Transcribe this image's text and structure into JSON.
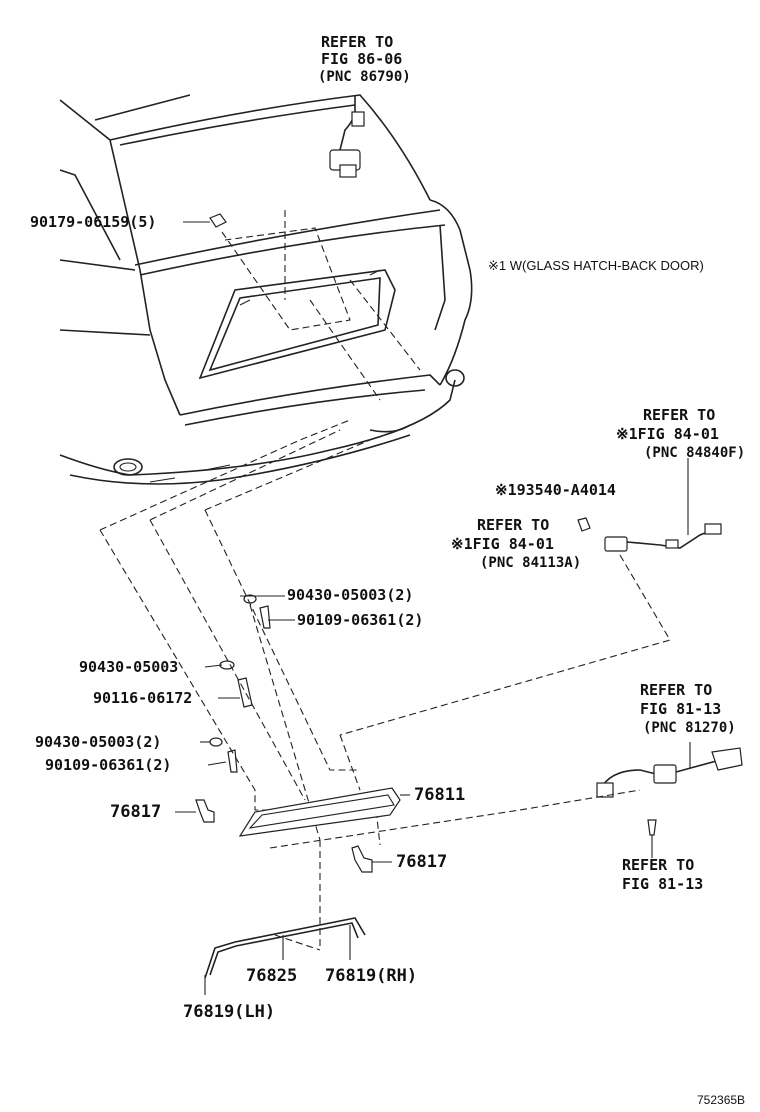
{
  "refs": {
    "fig86": [
      "REFER TO",
      "FIG 86-06",
      "(PNC 86790)"
    ],
    "fig84_840": [
      "REFER TO",
      "※1FIG 84-01",
      "(PNC 84840F)"
    ],
    "fig84_113": [
      "REFER TO",
      "※1FIG 84-01",
      "(PNC 84113A)"
    ],
    "fig81_270": [
      "REFER TO",
      "FIG 81-13",
      "(PNC 81270)"
    ],
    "fig81_bottom": [
      "REFER TO",
      "FIG 81-13"
    ]
  },
  "note": "※1 W(GLASS HATCH-BACK DOOR)",
  "parts": {
    "p90179": "90179-06159(5)",
    "p93540": "※193540-A4014",
    "p90430a": "90430-05003(2)",
    "p90109a": "90109-06361(2)",
    "p90430b": "90430-05003",
    "p90116": "90116-06172",
    "p90430c": "90430-05003(2)",
    "p90109b": "90109-06361(2)",
    "p76817a": "76817",
    "p76811": "76811",
    "p76817b": "76817",
    "p76825": "76825",
    "p76819rh": "76819(RH)",
    "p76819lh": "76819(LH)"
  },
  "figure_id": "752365B"
}
